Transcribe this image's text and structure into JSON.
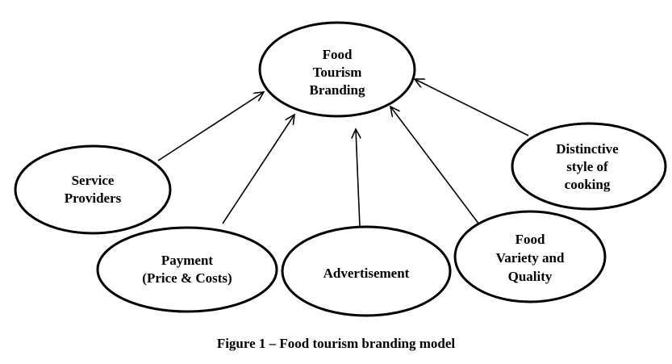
{
  "diagram": {
    "title": "Food tourism branding model",
    "center": {
      "lines": [
        "Food",
        "Tourism",
        "Branding"
      ]
    },
    "factors": [
      {
        "id": "service-providers",
        "lines": [
          "Service",
          "Providers"
        ]
      },
      {
        "id": "payment",
        "lines": [
          "Payment",
          "(Price & Costs)"
        ]
      },
      {
        "id": "advertisement",
        "lines": [
          "Advertisement"
        ]
      },
      {
        "id": "food-variety",
        "lines": [
          "Food",
          "Variety and",
          "Quality"
        ]
      },
      {
        "id": "distinctive-style",
        "lines": [
          "Distinctive",
          "style of",
          "cooking"
        ]
      }
    ],
    "colors": {
      "stroke": "#000000",
      "fill": "#ffffff",
      "text": "#000000"
    }
  },
  "caption": {
    "text": "Figure 1 – Food tourism branding model"
  }
}
